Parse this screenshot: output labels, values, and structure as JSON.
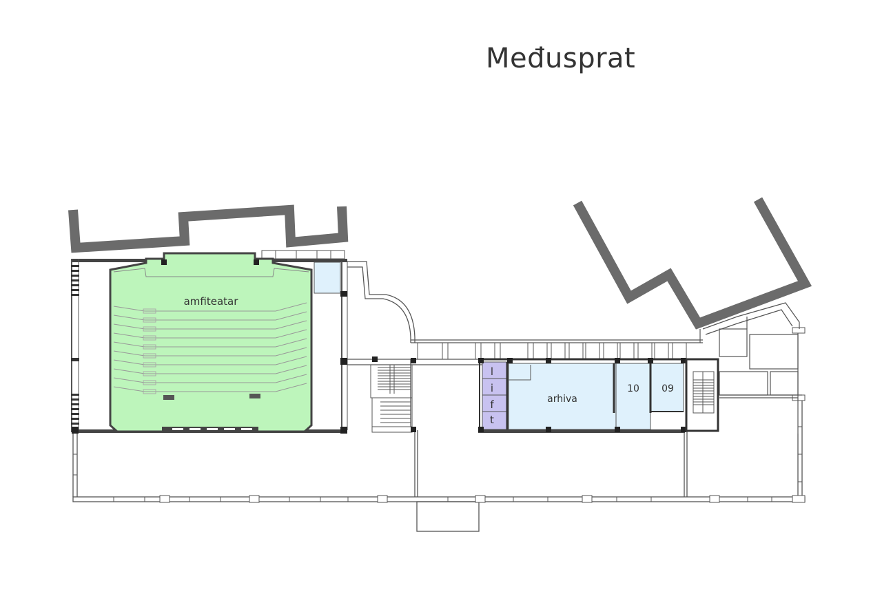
{
  "title": "Međusprat",
  "rooms": {
    "amfiteatar": "amfiteatar",
    "arhiva": "arhiva",
    "room_10": "10",
    "room_09": "09",
    "lift_letters": [
      "l",
      "i",
      "f",
      "t"
    ]
  },
  "colors": {
    "amfiteatar_fill": "#bdf5bb",
    "archive_fill": "#dff1fc",
    "lift_fill": "#c8c2f0",
    "outer_wall": "#6b6b6b",
    "inner_wall": "#444444",
    "thin_line": "#555555"
  }
}
